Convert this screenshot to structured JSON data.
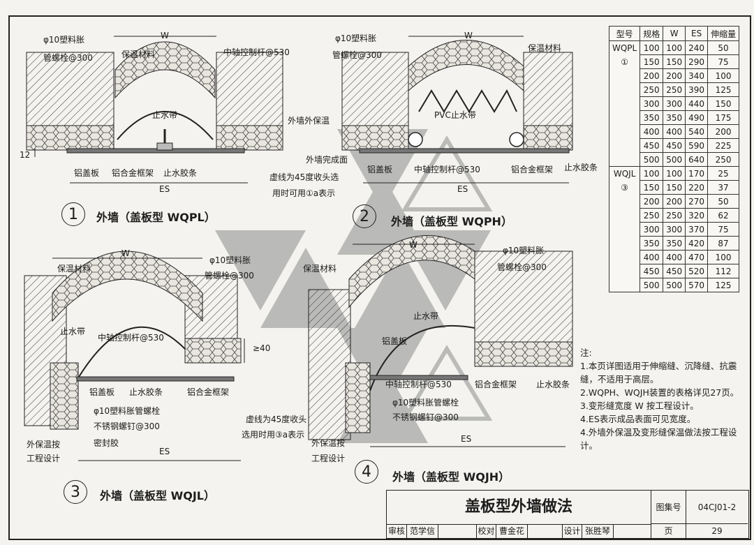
{
  "drawing": {
    "detail1": {
      "num": "1",
      "caption": "外墙（盖板型 WQPL）",
      "labels": {
        "anchor": "φ10塑料胀",
        "anchor2": "管螺栓@300",
        "insulation": "保温材料",
        "rod": "中轴控制杆@530",
        "band": "止水带",
        "ext_insul": "外墙外保温",
        "finish": "外墙完成面",
        "dashed": "虚线为45度收头选",
        "dashed2": "用时可用①a表示",
        "plate": "铝盖板",
        "frame": "铝合金框架",
        "strip": "止水胶条",
        "w": "W",
        "es": "ES",
        "dim12": "12"
      }
    },
    "detail2": {
      "num": "2",
      "caption": "外墙（盖板型 WQPH）",
      "labels": {
        "anchor": "φ10塑料胀",
        "anchor2": "管螺栓@300",
        "insulation": "保温材料",
        "band": "PVC止水带",
        "plate": "铝盖板",
        "rod": "中轴控制杆@530",
        "frame": "铝合金框架",
        "strip": "止水胶条",
        "w": "W",
        "es": "ES"
      }
    },
    "detail3": {
      "num": "3",
      "caption": "外墙（盖板型 WQJL）",
      "labels": {
        "insulation": "保温材料",
        "anchor": "φ10塑料胀",
        "anchor2": "管螺栓@300",
        "band": "止水带",
        "rod": "中轴控制杆@530",
        "plate": "铝盖板",
        "strip": "止水胶条",
        "frame": "铝合金框架",
        "bolt": "φ10塑料胀管螺栓",
        "screw": "不锈钢螺钉@300",
        "sealant": "密封胶",
        "ext_insul": "外保温按",
        "ext_insul2": "工程设计",
        "dashed": "虚线为45度收头",
        "dashed2": "选用时用③a表示",
        "w": "W",
        "es": "ES",
        "dim40": "≥40"
      }
    },
    "detail4": {
      "num": "4",
      "caption": "外墙（盖板型 WQJH）",
      "labels": {
        "insulation": "保温材料",
        "anchor": "φ10塑料胀",
        "anchor2": "管螺栓@300",
        "band": "止水带",
        "plate": "铝盖板",
        "rod": "中轴控制杆@530",
        "frame": "铝合金框架",
        "strip": "止水胶条",
        "bolt": "φ10塑料胀管螺栓",
        "screw": "不锈钢螺钉@300",
        "ext_insul": "外保温按",
        "ext_insul2": "工程设计",
        "w": "W",
        "es": "ES"
      }
    }
  },
  "spec_table": {
    "headers": [
      "型号",
      "规格",
      "W",
      "ES",
      "伸缩量"
    ],
    "group1": {
      "model": "WQPL",
      "mark": "①",
      "rows": [
        [
          "100",
          "100",
          "240",
          "50"
        ],
        [
          "150",
          "150",
          "290",
          "75"
        ],
        [
          "200",
          "200",
          "340",
          "100"
        ],
        [
          "250",
          "250",
          "390",
          "125"
        ],
        [
          "300",
          "300",
          "440",
          "150"
        ],
        [
          "350",
          "350",
          "490",
          "175"
        ],
        [
          "400",
          "400",
          "540",
          "200"
        ],
        [
          "450",
          "450",
          "590",
          "225"
        ],
        [
          "500",
          "500",
          "640",
          "250"
        ]
      ]
    },
    "group2": {
      "model": "WQJL",
      "mark": "③",
      "rows": [
        [
          "100",
          "100",
          "170",
          "25"
        ],
        [
          "150",
          "150",
          "220",
          "37"
        ],
        [
          "200",
          "200",
          "270",
          "50"
        ],
        [
          "250",
          "250",
          "320",
          "62"
        ],
        [
          "300",
          "300",
          "370",
          "75"
        ],
        [
          "350",
          "350",
          "420",
          "87"
        ],
        [
          "400",
          "400",
          "470",
          "100"
        ],
        [
          "450",
          "450",
          "520",
          "112"
        ],
        [
          "500",
          "500",
          "570",
          "125"
        ]
      ]
    }
  },
  "notes": {
    "title": "注:",
    "items": [
      "1.本页详图适用于伸缩缝、沉降缝、抗震缝，不适用于高层。",
      "2.WQPH、WQJH装置的表格详见27页。",
      "3.变形缝宽度 W 按工程设计。",
      "4.ES表示成品表面可见宽度。",
      "4.外墙外保温及变形缝保温做法按工程设计。"
    ]
  },
  "title_block": {
    "title": "盖板型外墙做法",
    "atlas_label": "图集号",
    "atlas_no": "04CJ01-2",
    "review_label": "审核",
    "reviewer": "范学信",
    "check_label": "校对",
    "checker": "曹金花",
    "design_label": "设计",
    "designer": "张胜琴",
    "page_label": "页",
    "page_no": "29"
  },
  "colors": {
    "line": "#1d1d1d",
    "insulation_fill": "#e6e4dc",
    "watermark": "#8c8c8c"
  }
}
